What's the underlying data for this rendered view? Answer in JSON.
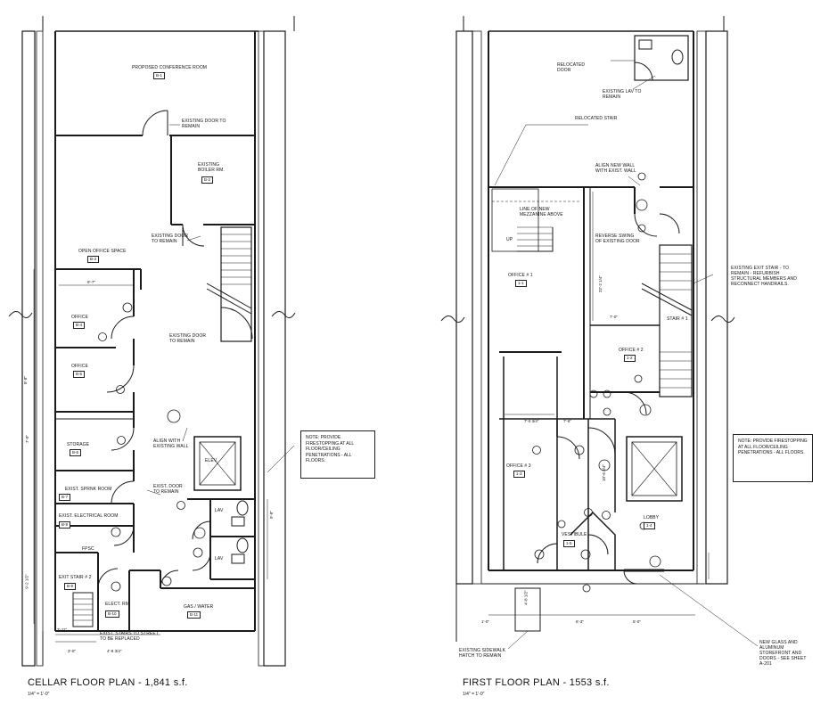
{
  "cellar": {
    "title": "CELLAR FLOOR PLAN - 1,841 s.f.",
    "scale": "1/4\" = 1'-0\"",
    "rooms": {
      "conference": {
        "label": "PROPOSED CONFERENCE ROOM",
        "tag": "B-1"
      },
      "boiler": {
        "label": "EXISTING BOILER RM.",
        "tag": "B-2"
      },
      "open_office": {
        "label": "OPEN OFFICE SPACE",
        "tag": "B-3"
      },
      "office1": {
        "label": "OFFICE",
        "tag": "B-4"
      },
      "office2": {
        "label": "OFFICE",
        "tag": "B-5"
      },
      "storage": {
        "label": "STORAGE",
        "tag": "B-6"
      },
      "sprinkler": {
        "label": "EXIST. SPRNK ROOM",
        "tag": "B-7"
      },
      "electrical": {
        "label": "EXIST. ELECTRICAL ROOM",
        "tag": "B-8"
      },
      "exit_stair": {
        "label": "EXIT STAIR # 2",
        "tag": "B-9"
      },
      "elec_rm": {
        "label": "ELECT. RM.",
        "tag": "B-10"
      },
      "gas_water": {
        "label": "GAS / WATER",
        "tag": "B-11"
      },
      "elev": {
        "label": "ELEV."
      }
    },
    "notes": {
      "existing_door_1": "EXISTING DOOR TO REMAIN",
      "existing_door_2": "EXISTING DOOR TO REMAIN",
      "existing_door_3": "EXISTING DOOR TO REMAIN",
      "align": "ALIGN WITH EXISTING WALL",
      "exist_door": "EXIST. DOOR TO REMAIN",
      "stairs_replaced": "EXIST. STAIRS TO STREET TO BE REPLACED",
      "lav1": "LAV",
      "lav2": "LAV",
      "fpsc": "FPSC"
    },
    "dims": {
      "d1": "9'-7\"",
      "d2": "7'-0\"",
      "d3": "4'-8 3/4\"",
      "d4": "3'-11\"",
      "d5": "8'-8\"",
      "d6": "9'-8\"",
      "d7": "3'-0\"",
      "d8": "9'-2 1/2\""
    },
    "note_box": "NOTE: PROVIDE FIRESTOPPING AT ALL FLOOR/CEILING PENETRATIONS - ALL FLOORS."
  },
  "first": {
    "title": "FIRST FLOOR PLAN - 1553 s.f.",
    "scale": "1/4\" = 1'-0\"",
    "rooms": {
      "office1": {
        "label": "OFFICE # 1",
        "tag": "1-1"
      },
      "office2": {
        "label": "OFFICE # 2",
        "tag": "1-2"
      },
      "office3": {
        "label": "OFFICE # 3",
        "tag": "1-3"
      },
      "lobby": {
        "label": "LOBBY",
        "tag": "1-4"
      },
      "vestibule": {
        "label": "VESTIBULE",
        "tag": "1-5"
      },
      "stair": {
        "label": "STAIR # 1"
      },
      "up": {
        "label": "UP"
      }
    },
    "notes": {
      "relocated_door": "RELOCATED DOOR",
      "existing_lav": "EXISTING LAV TO REMAIN",
      "relocated_stair": "RELOCATED STAIR",
      "align": "ALIGN NEW WALL WITH EXIST. WALL",
      "mezzanine": "LINE OF NEW MEZZANINE ABOVE",
      "reverse_swing": "REVERSE SWING OF EXISTING DOOR",
      "exit_stair": "EXISTING EXIT STAIR - TO REMAIN - REFURBISH STRUCTURAL MEMBERS AND RECONNECT HANDRAILS.",
      "sidewalk": "EXISTING SIDEWALK HATCH TO REMAIN",
      "storefront": "NEW GLASS AND ALUMINUM STOREFRONT AND DOORS - SEE SHEET A-201"
    },
    "dims": {
      "d1": "22'-2 1/4\"",
      "d2": "7'-0\"",
      "d3": "7'-0 3/4\"",
      "d4": "7'-6\"",
      "d5": "10'-6 3/4\"",
      "d6": "6'-3\"",
      "d7": "5'-0\"",
      "d8": "4'-8 1/2\"",
      "d9": "1'-0\""
    },
    "note_box": "NOTE: PROVIDE FIRESTOPPING AT ALL FLOOR/CEILING PENETRATIONS - ALL FLOORS."
  },
  "colors": {
    "ink": "#1a1a1a",
    "paper": "#ffffff"
  }
}
